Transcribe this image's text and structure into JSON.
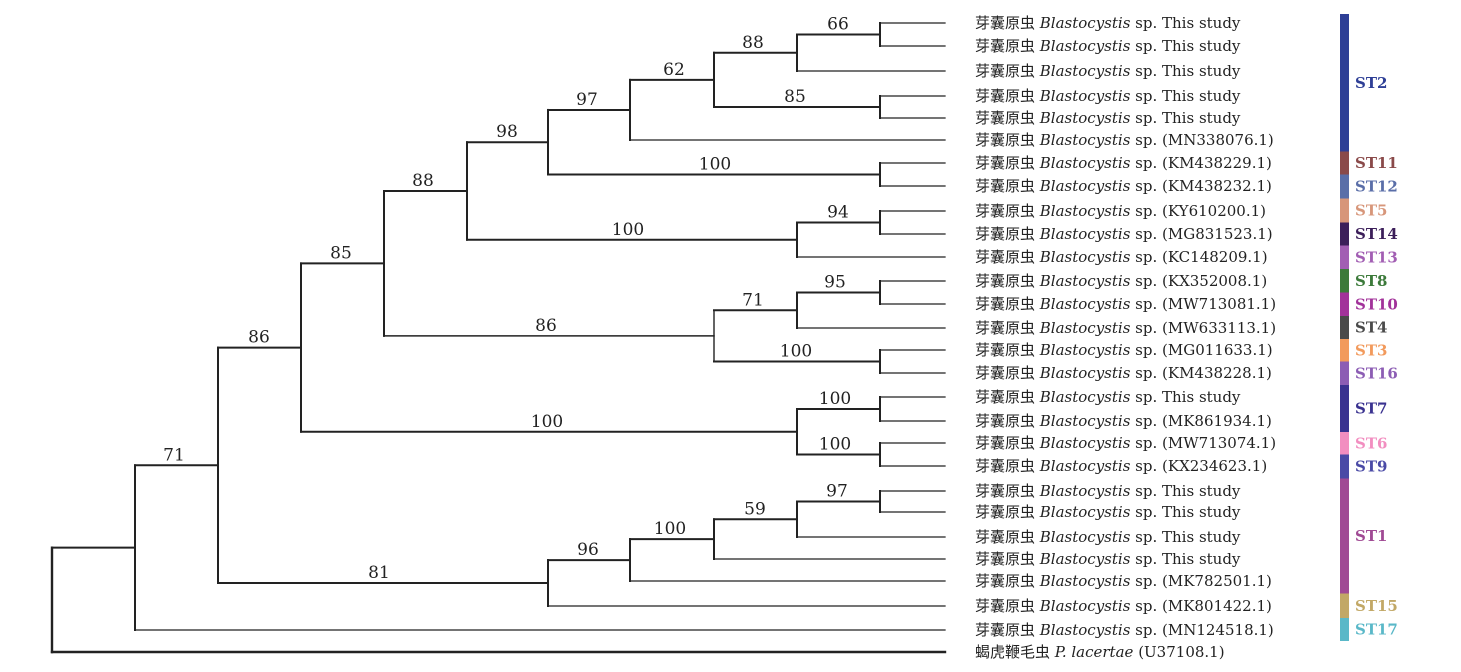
{
  "leaves": [
    {
      "cn": "芽囊原虫",
      "genus": "Blastocystis",
      "sp": "sp.",
      "acc": "This study"
    },
    {
      "cn": "芽囊原虫",
      "genus": "Blastocystis",
      "sp": "sp.",
      "acc": "This study"
    },
    {
      "cn": "芽囊原虫",
      "genus": "Blastocystis",
      "sp": "sp.",
      "acc": "This study"
    },
    {
      "cn": "芽囊原虫",
      "genus": "Blastocystis",
      "sp": "sp.",
      "acc": "This study"
    },
    {
      "cn": "芽囊原虫",
      "genus": "Blastocystis",
      "sp": "sp.",
      "acc": "This study"
    },
    {
      "cn": "芽囊原虫",
      "genus": "Blastocystis",
      "sp": "sp.",
      "acc": "(MN338076.1)"
    },
    {
      "cn": "芽囊原虫",
      "genus": "Blastocystis",
      "sp": "sp.",
      "acc": "(KM438229.1)"
    },
    {
      "cn": "芽囊原虫",
      "genus": "Blastocystis",
      "sp": "sp.",
      "acc": "(KM438232.1)"
    },
    {
      "cn": "芽囊原虫",
      "genus": "Blastocystis",
      "sp": "sp.",
      "acc": "(KY610200.1)"
    },
    {
      "cn": "芽囊原虫",
      "genus": "Blastocystis",
      "sp": "sp.",
      "acc": "(MG831523.1)"
    },
    {
      "cn": "芽囊原虫",
      "genus": "Blastocystis",
      "sp": "sp.",
      "acc": "(KC148209.1)"
    },
    {
      "cn": "芽囊原虫",
      "genus": "Blastocystis",
      "sp": "sp.",
      "acc": "(KX352008.1)"
    },
    {
      "cn": "芽囊原虫",
      "genus": "Blastocystis",
      "sp": "sp.",
      "acc": "(MW713081.1)"
    },
    {
      "cn": "芽囊原虫",
      "genus": "Blastocystis",
      "sp": "sp.",
      "acc": "(MW633113.1)"
    },
    {
      "cn": "芽囊原虫",
      "genus": "Blastocystis",
      "sp": "sp.",
      "acc": "(MG011633.1)"
    },
    {
      "cn": "芽囊原虫",
      "genus": "Blastocystis",
      "sp": "sp.",
      "acc": "(KM438228.1)"
    },
    {
      "cn": "芽囊原虫",
      "genus": "Blastocystis",
      "sp": "sp.",
      "acc": "This study"
    },
    {
      "cn": "芽囊原虫",
      "genus": "Blastocystis",
      "sp": "sp.",
      "acc": "(MK861934.1)"
    },
    {
      "cn": "芽囊原虫",
      "genus": "Blastocystis",
      "sp": "sp.",
      "acc": "(MW713074.1)"
    },
    {
      "cn": "芽囊原虫",
      "genus": "Blastocystis",
      "sp": "sp.",
      "acc": "(KX234623.1)"
    },
    {
      "cn": "芽囊原虫",
      "genus": "Blastocystis",
      "sp": "sp.",
      "acc": "This study"
    },
    {
      "cn": "芽囊原虫",
      "genus": "Blastocystis",
      "sp": "sp.",
      "acc": "This study"
    },
    {
      "cn": "芽囊原虫",
      "genus": "Blastocystis",
      "sp": "sp.",
      "acc": "This study"
    },
    {
      "cn": "芽囊原虫",
      "genus": "Blastocystis",
      "sp": "sp.",
      "acc": "This study"
    },
    {
      "cn": "芽囊原虫",
      "genus": "Blastocystis",
      "sp": "sp.",
      "acc": "(MK782501.1)"
    },
    {
      "cn": "芽囊原虫",
      "genus": "Blastocystis",
      "sp": "sp.",
      "acc": "(MK801422.1)"
    },
    {
      "cn": "芽囊原虫",
      "genus": "Blastocystis",
      "sp": "sp.",
      "acc": "(MN124518.1)"
    },
    {
      "cn": "蝎虎鞭毛虫",
      "genus": "P. lacertae",
      "sp": "",
      "acc": "(U37108.1)"
    }
  ],
  "bootstrap": {
    "n_st2_a": "66",
    "n_st2_b": "88",
    "n_st2_c": "85",
    "n_st2_d": "62",
    "n_st2_e": "97",
    "n_st11_12": "100",
    "n_st2_11_12": "98",
    "n_st5_14": "94",
    "n_st5_14_13": "100",
    "n_big_a": "88",
    "n_st8_10": "95",
    "n_st8_10_4": "71",
    "n_st3_16": "100",
    "n_grp_b": "86",
    "n_big_b": "85",
    "n_st7": "100",
    "n_st6_9": "100",
    "n_grp_c": "100",
    "n_big_c": "86",
    "n_st1_a": "97",
    "n_st1_b": "59",
    "n_st1_c": "100",
    "n_st1_d": "96",
    "n_st1_15": "81",
    "n_ingroup": "71"
  },
  "subtypes": [
    {
      "label": "ST2",
      "color": "#2e3f96"
    },
    {
      "label": "ST11",
      "color": "#8a4a4a"
    },
    {
      "label": "ST12",
      "color": "#5a6ea8"
    },
    {
      "label": "ST5",
      "color": "#d7967a"
    },
    {
      "label": "ST14",
      "color": "#3c1f5a"
    },
    {
      "label": "ST13",
      "color": "#a25eb3"
    },
    {
      "label": "ST8",
      "color": "#3c7a3a"
    },
    {
      "label": "ST10",
      "color": "#a2329a"
    },
    {
      "label": "ST4",
      "color": "#4a4a4a"
    },
    {
      "label": "ST3",
      "color": "#f29a5c"
    },
    {
      "label": "ST16",
      "color": "#8c5db4"
    },
    {
      "label": "ST7",
      "color": "#3a3290"
    },
    {
      "label": "ST6",
      "color": "#f28ec0"
    },
    {
      "label": "ST9",
      "color": "#4a4aa6"
    },
    {
      "label": "ST1",
      "color": "#a04a94"
    },
    {
      "label": "ST15",
      "color": "#c2a866"
    },
    {
      "label": "ST17",
      "color": "#5ab8c8"
    }
  ]
}
